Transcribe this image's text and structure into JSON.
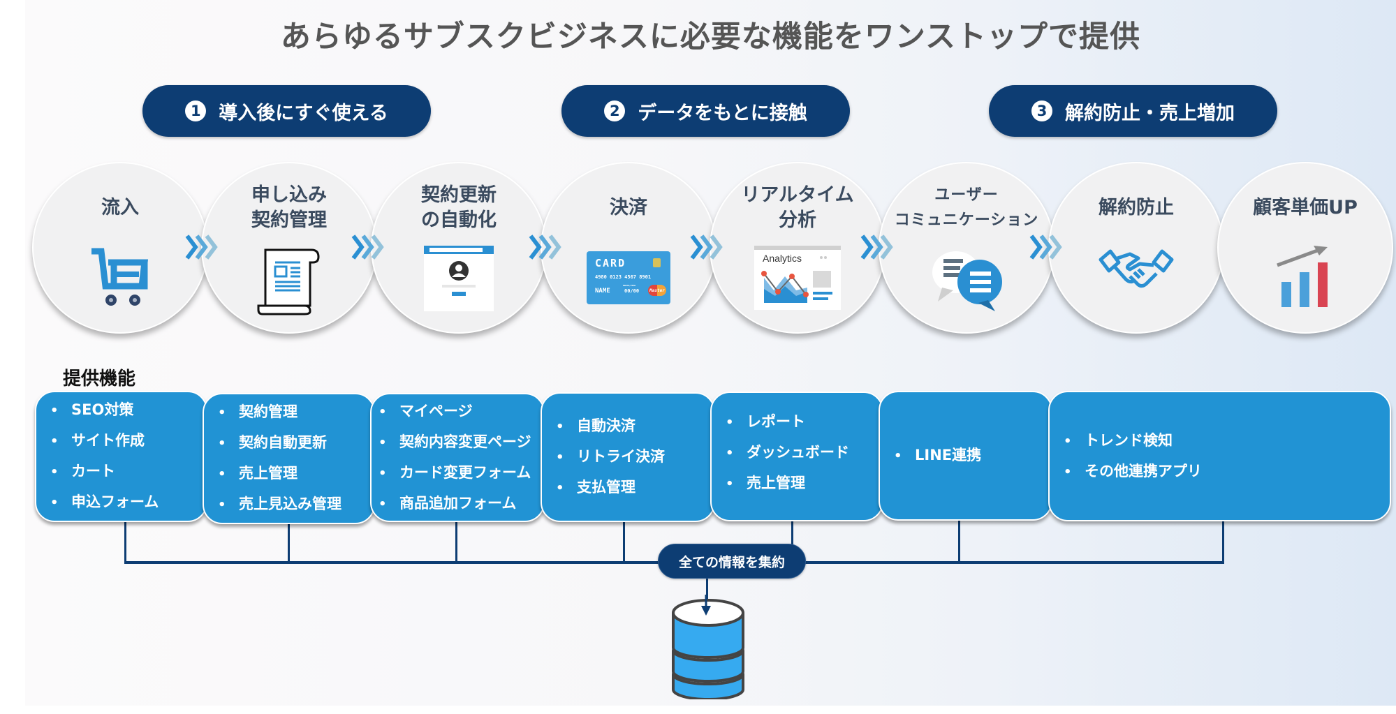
{
  "title": "あらゆるサブスクビジネスに必要な機能をワンストップで提供",
  "colors": {
    "navy": "#0d3d73",
    "card_blue": "#2193d4",
    "circle_bg": "#f1f1f2",
    "icon_blue": "#2a8fd2",
    "accent_red": "#d94452"
  },
  "phases": [
    {
      "number": "1",
      "label": "導入後にすぐ使える"
    },
    {
      "number": "2",
      "label": "データをもとに接触"
    },
    {
      "number": "3",
      "label": "解約防止・売上増加"
    }
  ],
  "steps": [
    {
      "label_lines": [
        "流入"
      ],
      "icon": "shopping-cart-icon"
    },
    {
      "label_lines": [
        "申し込み",
        "契約管理"
      ],
      "icon": "document-scroll-icon"
    },
    {
      "label_lines": [
        "契約更新",
        "の自動化"
      ],
      "icon": "profile-window-icon"
    },
    {
      "label_lines": [
        "決済"
      ],
      "icon": "credit-card-icon"
    },
    {
      "label_lines": [
        "リアルタイム",
        "分析"
      ],
      "icon": "analytics-dashboard-icon"
    },
    {
      "label_lines": [
        "ユーザー",
        "コミュニケーション"
      ],
      "icon": "chat-bubbles-icon"
    },
    {
      "label_lines": [
        "解約防止"
      ],
      "icon": "handshake-icon"
    },
    {
      "label_lines": [
        "顧客単価UP"
      ],
      "icon": "growth-bar-chart-icon"
    }
  ],
  "credit_card": {
    "title": "CARD",
    "number": "4980 0123 4567 8901",
    "name": "NAME",
    "expiry_label": "MONTH/YEAR",
    "expiry": "00/00",
    "brand": "Master"
  },
  "analytics_icon": {
    "title": "Analytics"
  },
  "features_heading": "提供機能",
  "feature_groups": [
    {
      "items": [
        "SEO対策",
        "サイト作成",
        "カート",
        "申込フォーム"
      ]
    },
    {
      "items": [
        "契約管理",
        "契約自動更新",
        "売上管理",
        "売上見込み管理"
      ]
    },
    {
      "items": [
        "マイページ",
        "契約内容変更ページ",
        "カード変更フォーム",
        "商品追加フォーム"
      ]
    },
    {
      "items": [
        "自動決済",
        "リトライ決済",
        "支払管理"
      ]
    },
    {
      "items": [
        "レポート",
        "ダッシュボード",
        "売上管理"
      ]
    },
    {
      "items": [
        "LINE連携"
      ]
    },
    {
      "items": [
        "トレンド検知",
        "その他連携アプリ"
      ]
    }
  ],
  "hub_label": "全ての情報を集約",
  "database_icon": "database-icon"
}
